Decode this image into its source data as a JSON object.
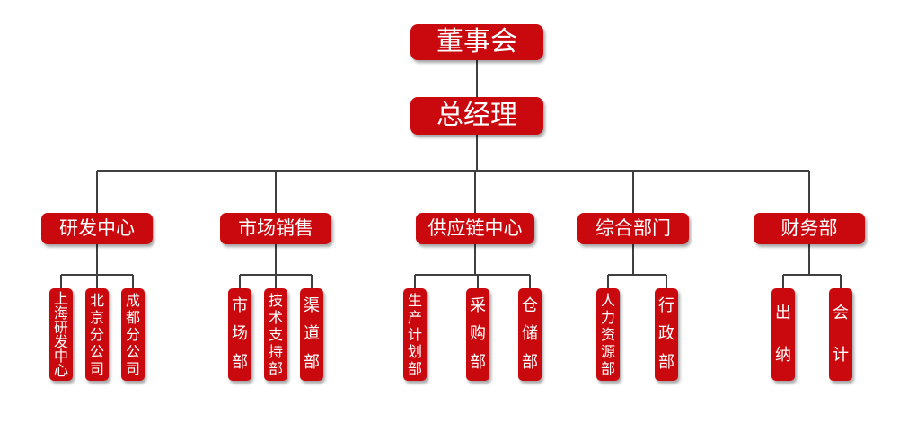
{
  "colors": {
    "node_fill": "#C9090E",
    "node_text": "#FFFFFF",
    "connector": "#3F3F3F",
    "background": "#FFFFFF"
  },
  "org": {
    "board": {
      "label": "董事会"
    },
    "general_manager": {
      "label": "总经理"
    },
    "branches": [
      {
        "label": "研发中心",
        "children": [
          "上海研发中心",
          "北京分公司",
          "成都分公司"
        ]
      },
      {
        "label": "市场销售",
        "children": [
          "市场部",
          "技术支持部",
          "渠道部"
        ]
      },
      {
        "label": "供应链中心",
        "children": [
          "生产计划部",
          "采购部",
          "仓储部"
        ]
      },
      {
        "label": "综合部门",
        "children": [
          "人力资源部",
          "行政部"
        ]
      },
      {
        "label": "财务部",
        "children": [
          "出纳",
          "会计"
        ]
      }
    ]
  }
}
